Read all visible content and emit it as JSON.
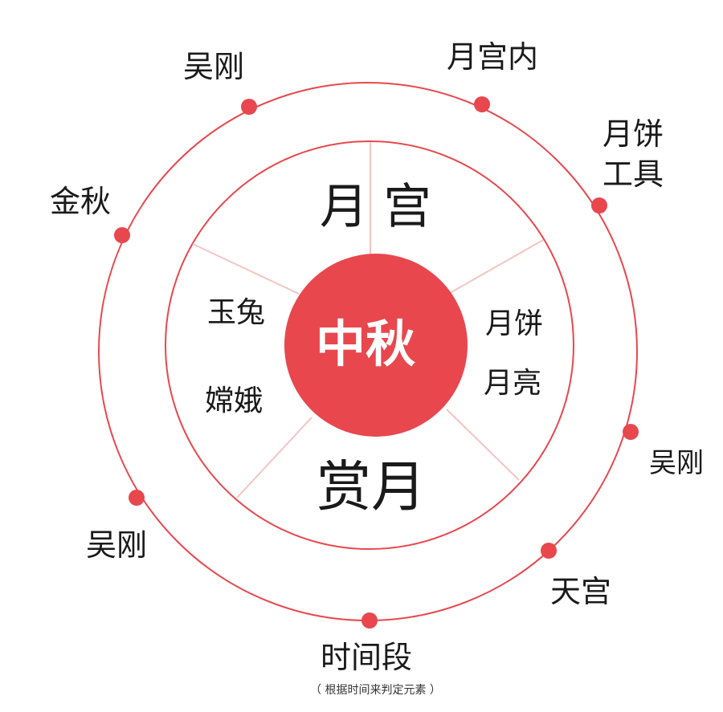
{
  "center": "中秋",
  "inner_sections": {
    "top": "月 宫",
    "right_1": "月饼",
    "right_2": "月亮",
    "bottom": "赏月",
    "left_1": "玉兔",
    "left_2": "嫦娥"
  },
  "outer_labels": {
    "top_left": "吴刚",
    "top_right": "月宫内",
    "right_upper": "月饼\n工具",
    "right_upper_1": "月饼",
    "right_upper_2": "工具",
    "right_lower": "吴刚",
    "bottom_right": "天宫",
    "bottom": "时间段",
    "bottom_left": "吴刚",
    "left": "金秋"
  },
  "note": "（ 根据时间来判定元素 ）",
  "colors": {
    "accent": "#e8474e",
    "spoke": "#f4c4c0"
  }
}
